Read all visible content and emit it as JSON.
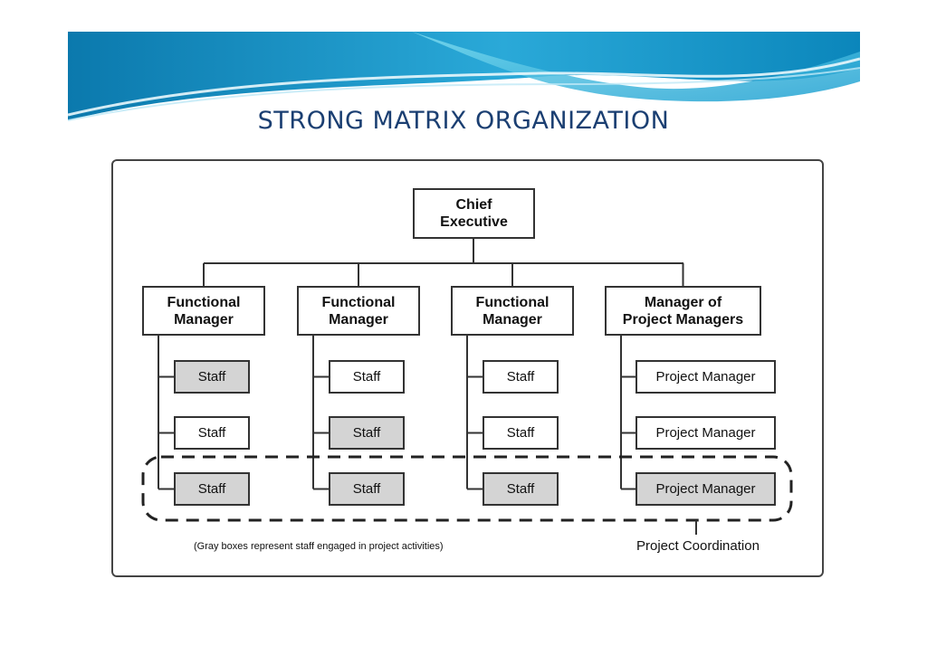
{
  "slide": {
    "title": "STRONG MATRIX ORGANIZATION",
    "colors": {
      "title": "#1b3f72",
      "banner_dark": "#0a7fb0",
      "banner_light": "#4cc6e6",
      "gray_box": "#d4d4d4"
    }
  },
  "diagram": {
    "root": {
      "label": "Chief\nExecutive"
    },
    "columns": [
      {
        "head": "Functional\nManager",
        "items": [
          {
            "label": "Staff",
            "gray": true
          },
          {
            "label": "Staff",
            "gray": false
          },
          {
            "label": "Staff",
            "gray": true
          }
        ]
      },
      {
        "head": "Functional\nManager",
        "items": [
          {
            "label": "Staff",
            "gray": false
          },
          {
            "label": "Staff",
            "gray": true
          },
          {
            "label": "Staff",
            "gray": true
          }
        ]
      },
      {
        "head": "Functional\nManager",
        "items": [
          {
            "label": "Staff",
            "gray": false
          },
          {
            "label": "Staff",
            "gray": false
          },
          {
            "label": "Staff",
            "gray": true
          }
        ]
      },
      {
        "head": "Manager of\nProject Managers",
        "items": [
          {
            "label": "Project Manager",
            "gray": false
          },
          {
            "label": "Project Manager",
            "gray": false
          },
          {
            "label": "Project Manager",
            "gray": true
          }
        ]
      }
    ],
    "caption": "(Gray boxes represent staff engaged in project activities)",
    "coordination_label": "Project Coordination"
  }
}
